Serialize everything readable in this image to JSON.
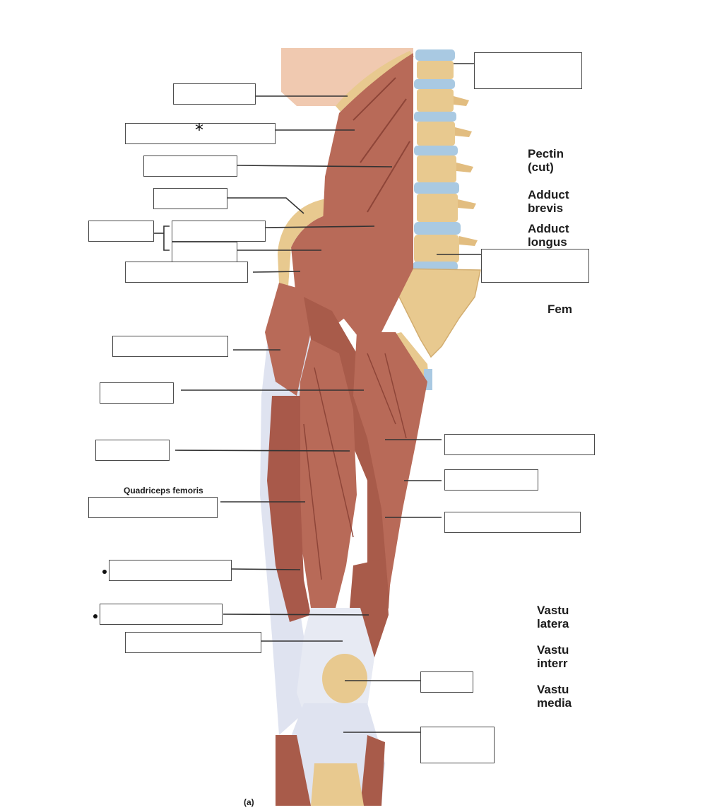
{
  "diagram": {
    "caption_quadriceps": "Quadriceps femoris",
    "figure_label": "(a)",
    "asterisk": "*",
    "side_labels": [
      {
        "id": "pectineus",
        "text": "Pectin\n(cut)"
      },
      {
        "id": "adductor-brevis",
        "text": "Adduct\nbrevis"
      },
      {
        "id": "adductor-longus",
        "text": "Adduct\nlongus"
      },
      {
        "id": "femur",
        "text": "Fem"
      },
      {
        "id": "vastus-lateralis",
        "text": "Vastu\nlatera"
      },
      {
        "id": "vastus-intermedius",
        "text": "Vastu\ninterr"
      },
      {
        "id": "vastus-medialis",
        "text": "Vastu\nmedia"
      }
    ]
  },
  "colors": {
    "muscle": "#b86a58",
    "muscle_dark": "#8e4538",
    "tendon": "#dfe3f0",
    "bone": "#e8c98f",
    "disc": "#a9c9e2",
    "skin": "#f0c9b0",
    "leader_line": "#333333"
  }
}
